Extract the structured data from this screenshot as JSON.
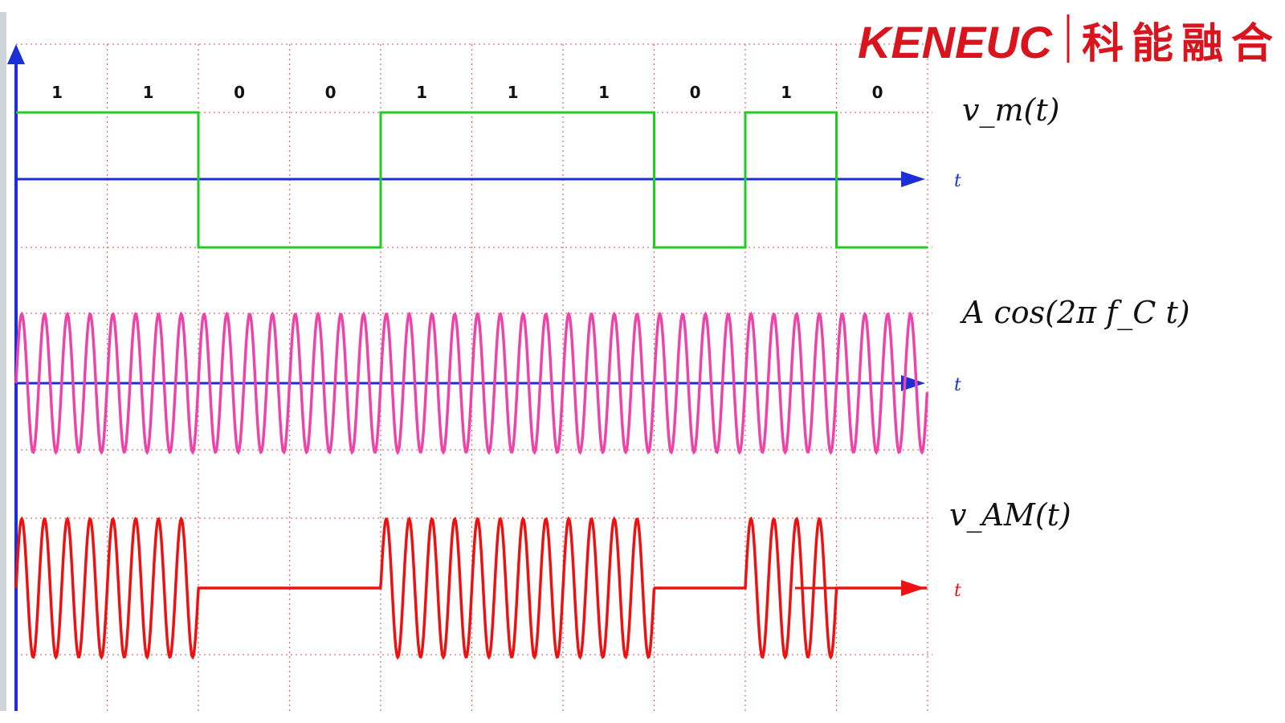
{
  "logo": {
    "brand": "KENEUC",
    "chinese": "科能融合",
    "color": "#d9141c"
  },
  "bits": [
    "1",
    "1",
    "0",
    "0",
    "1",
    "1",
    "1",
    "0",
    "1",
    "0"
  ],
  "labels": {
    "message": "v_m(t)",
    "carrier": "A cos(2π f_C t)",
    "am": "v_AM(t)",
    "time_axis": "t"
  },
  "colors": {
    "message_signal": "#22cc22",
    "carrier_signal": "#ee44aa",
    "am_signal": "#ee1111",
    "axes": "#1a2fd6",
    "grid": "#e07070"
  },
  "carrier_cycles_per_bit": 4
}
